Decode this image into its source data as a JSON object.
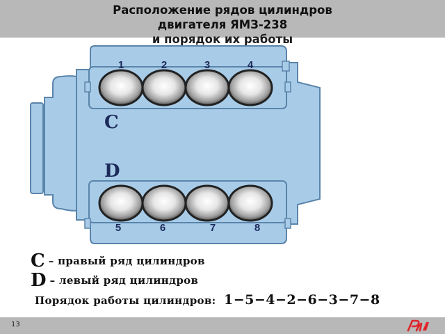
{
  "slide": {
    "title_line1": "Расположение рядов цилиндров",
    "title_line2": "двигателя ЯМЗ-238",
    "title_line3": "и порядок их работы",
    "page_number": "13"
  },
  "diagram": {
    "row_c_letter": "C",
    "row_d_letter": "D",
    "row_c_cylinders": [
      "1",
      "2",
      "3",
      "4"
    ],
    "row_d_cylinders": [
      "5",
      "6",
      "7",
      "8"
    ]
  },
  "legend": {
    "c_letter": "C",
    "c_text": "– правый ряд цилиндров",
    "d_letter": "D",
    "d_text": "– левый ряд цилиндров",
    "order_label": "Порядок работы цилиндров:",
    "order_sequence": "1−5−4−2−6−3−7−8"
  },
  "colors": {
    "engine_fill": "#a8cce8",
    "engine_stroke": "#5a84aa",
    "footer_logo": "#e0232a"
  },
  "icons": {
    "logo": "rzd-logo"
  }
}
